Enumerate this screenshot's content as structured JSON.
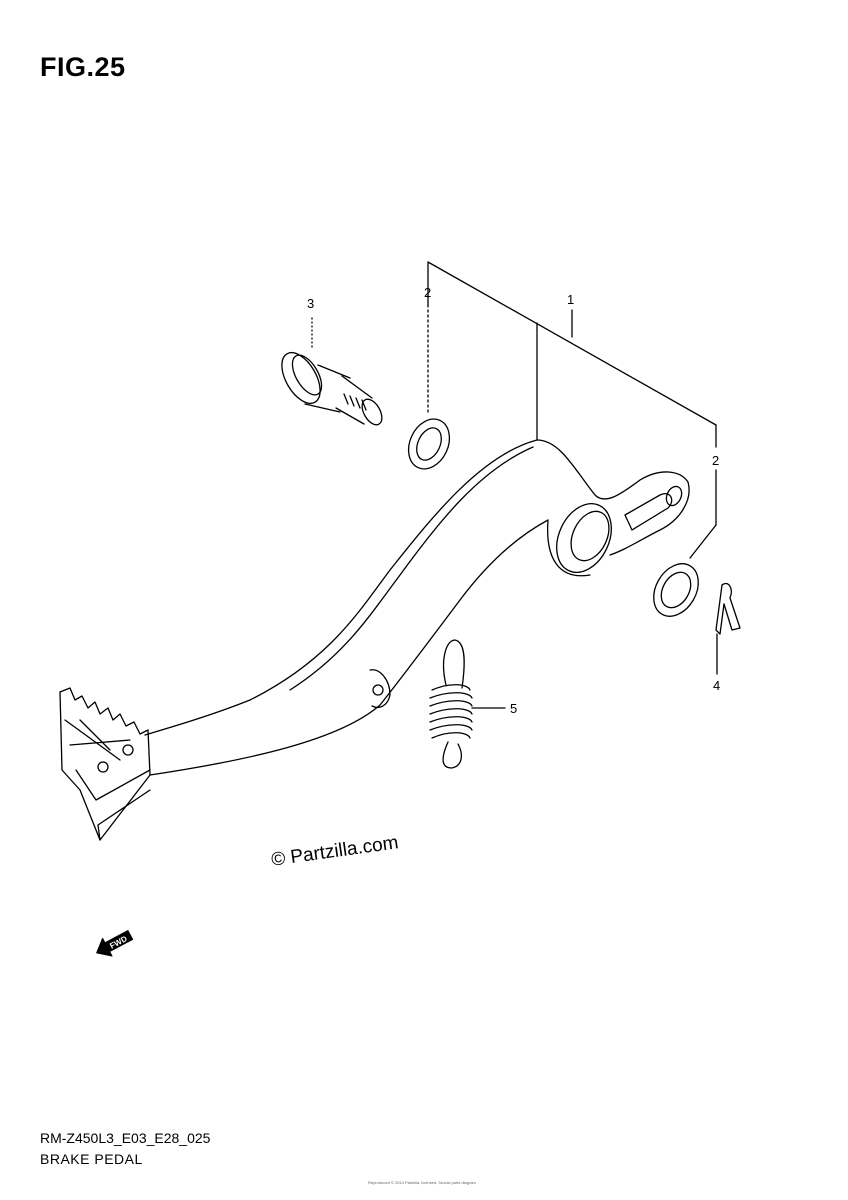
{
  "figure": {
    "title": "FIG.25",
    "code": "RM-Z450L3_E03_E28_025",
    "name": "BRAKE PEDAL"
  },
  "watermark": "© Partzilla.com",
  "fwd_label": "FWD",
  "callouts": [
    {
      "id": "callout-1",
      "label": "1"
    },
    {
      "id": "callout-2a",
      "label": "2"
    },
    {
      "id": "callout-2b",
      "label": "2"
    },
    {
      "id": "callout-3",
      "label": "3"
    },
    {
      "id": "callout-4",
      "label": "4"
    },
    {
      "id": "callout-5",
      "label": "5"
    }
  ],
  "footer_note": "Reproduced © 2014 Partzilla, licensed, Suzuki parts diagram"
}
